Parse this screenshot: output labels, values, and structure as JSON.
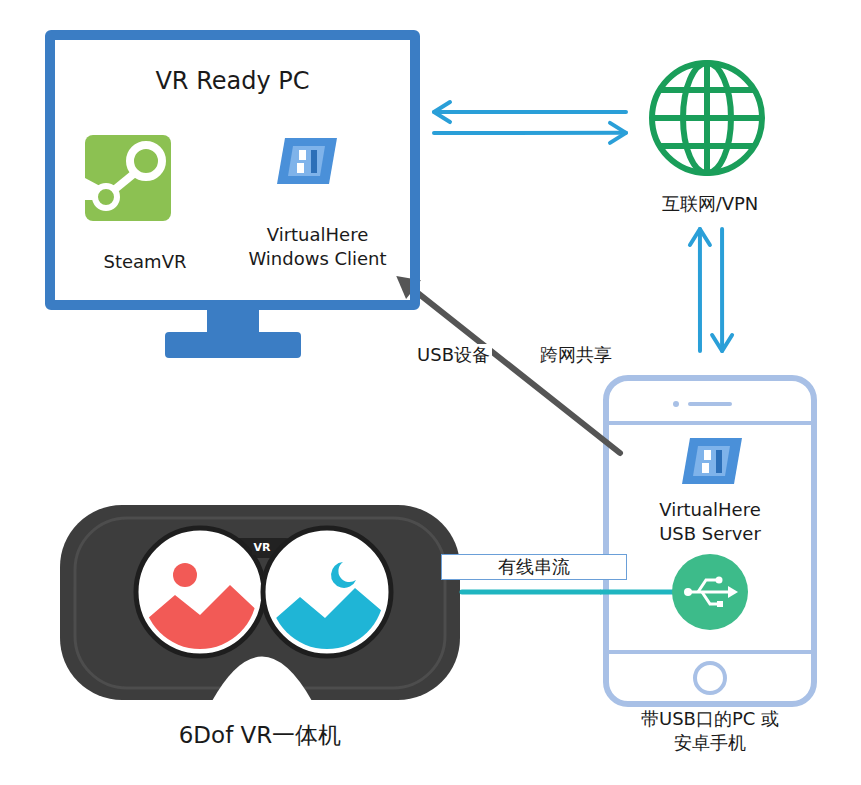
{
  "diagram": {
    "nodes": [
      {
        "text": [
          "VR Ready PC"
        ]
      },
      {
        "text": [
          "SteamVR"
        ],
        "in": 0
      },
      {
        "text": [
          "VirtualHere Windows Client"
        ],
        "in": 0
      },
      {
        "text": [
          "互联网/VPN"
        ]
      },
      {
        "text": [
          "带USB口的PC 或安卓手机"
        ]
      },
      {
        "text": [
          "VirtualHere USB Server"
        ],
        "in": 4
      },
      {
        "text": [
          "6Dof VR一体机"
        ]
      }
    ],
    "edges": [
      {
        "from": 0,
        "to": 3,
        "arrow": "to"
      },
      {
        "from": 3,
        "to": 0,
        "arrow": "to"
      },
      {
        "from": 3,
        "to": 4,
        "arrow": "to"
      },
      {
        "from": 4,
        "to": 3,
        "arrow": "to"
      },
      {
        "from": 5,
        "to": 2,
        "arrow": "to",
        "label": "USB设备"
      },
      {
        "from": 6,
        "to": 4,
        "arrow": "none",
        "label": "有线串流"
      }
    ],
    "labels": [
      "跨网共享",
      "VR"
    ]
  }
}
